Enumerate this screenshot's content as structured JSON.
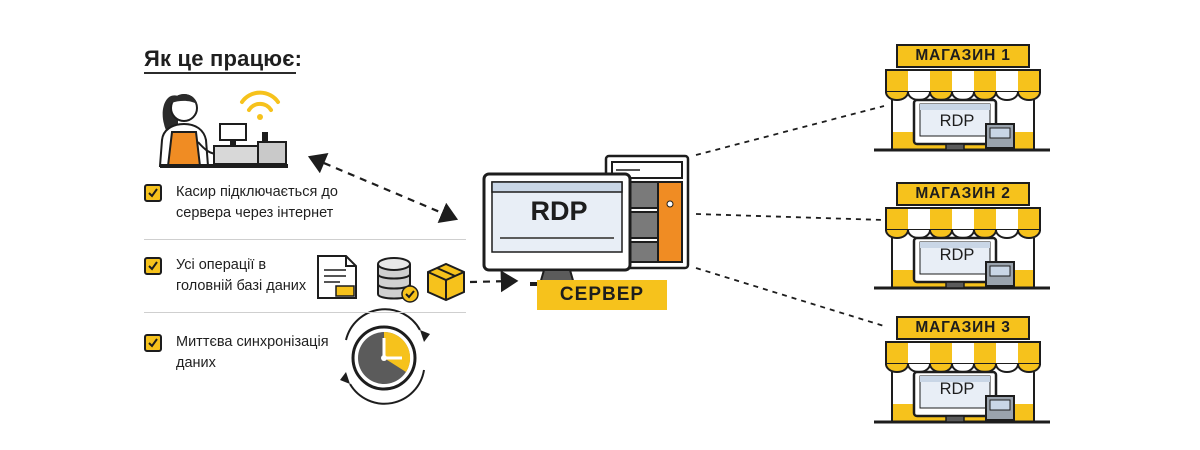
{
  "title": "Як це працює:",
  "steps": [
    {
      "text": "Касир підключається до сервера через інтернет"
    },
    {
      "text": "Усі операції в головній базі даних"
    },
    {
      "text": "Миттєва синхронізація даних"
    }
  ],
  "server": {
    "screen_text": "RDP",
    "label": "СЕРВЕР"
  },
  "stores": [
    {
      "sign": "МАГАЗИН 1",
      "screen_text": "RDP"
    },
    {
      "sign": "МАГАЗИН 2",
      "screen_text": "RDP"
    },
    {
      "sign": "МАГАЗИН 3",
      "screen_text": "RDP"
    }
  ],
  "colors": {
    "accent": "#f6c21c",
    "orange": "#f08c23",
    "dark": "#1d1d1d",
    "monitor_bg": "#e8eef6"
  }
}
